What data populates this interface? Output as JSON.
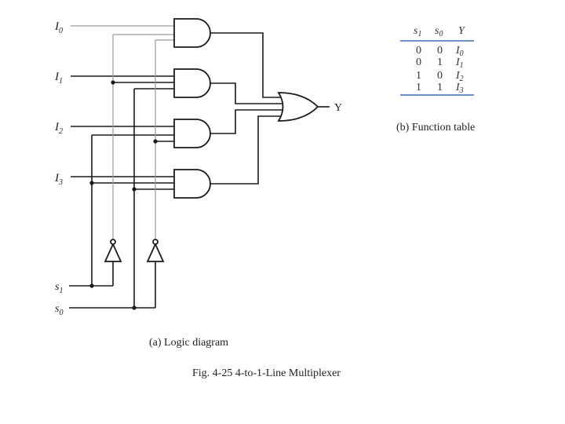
{
  "diagram": {
    "inputs": [
      {
        "name": "I",
        "sub": "0"
      },
      {
        "name": "I",
        "sub": "1"
      },
      {
        "name": "I",
        "sub": "2"
      },
      {
        "name": "I",
        "sub": "3"
      }
    ],
    "selects": [
      {
        "name": "s",
        "sub": "1"
      },
      {
        "name": "s",
        "sub": "0"
      }
    ],
    "output_label": "Y",
    "caption_a": "(a) Logic diagram"
  },
  "function_table": {
    "headers": [
      {
        "name": "s",
        "sub": "1"
      },
      {
        "name": "s",
        "sub": "0"
      },
      {
        "name": "Y",
        "sub": ""
      }
    ],
    "rows": [
      {
        "s1": "0",
        "s0": "0",
        "y": "I",
        "ysub": "0"
      },
      {
        "s1": "0",
        "s0": "1",
        "y": "I",
        "ysub": "1"
      },
      {
        "s1": "1",
        "s0": "0",
        "y": "I",
        "ysub": "2"
      },
      {
        "s1": "1",
        "s0": "1",
        "y": "I",
        "ysub": "3"
      }
    ],
    "caption_b": "(b) Function table"
  },
  "figure_caption": "Fig. 4-25  4-to-1-Line Multiplexer"
}
